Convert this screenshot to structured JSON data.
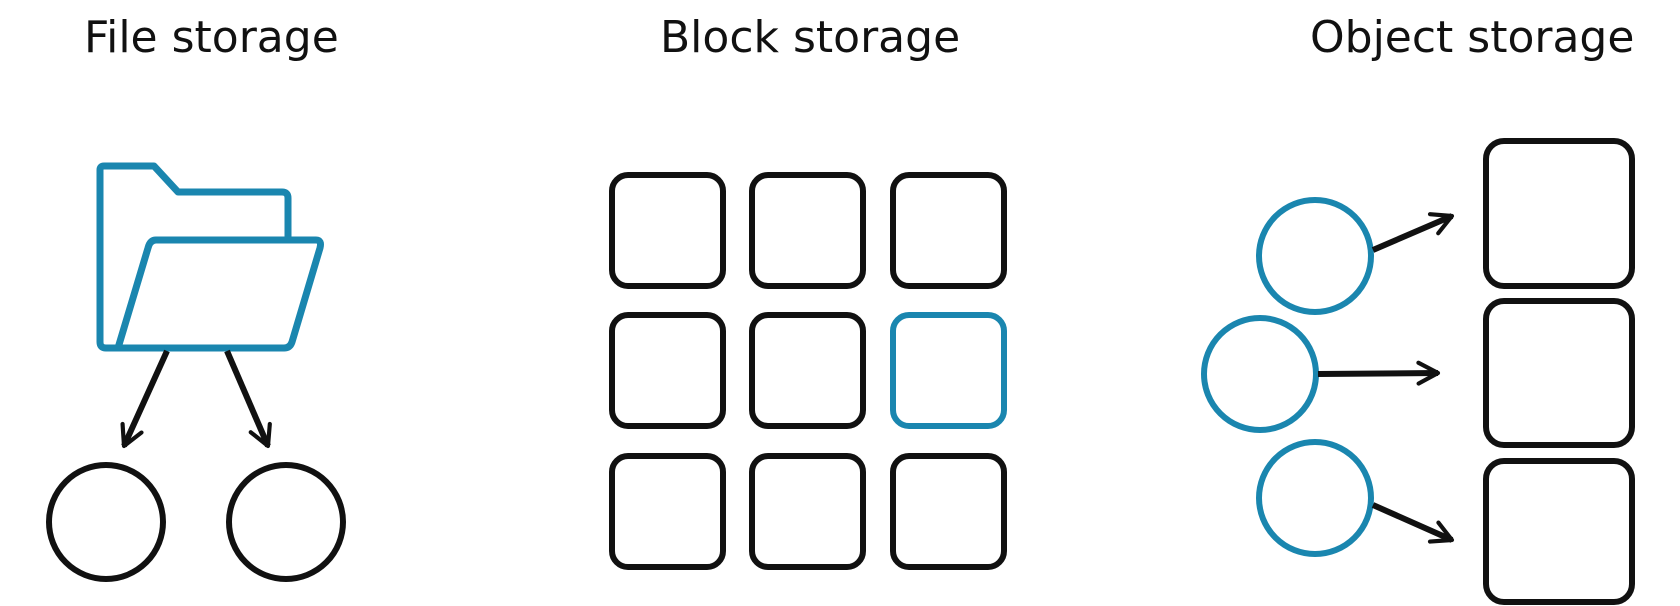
{
  "titles": {
    "file": "File storage",
    "block": "Block storage",
    "object": "Object storage"
  },
  "icons": {
    "file": "folder-icon",
    "block": "block-grid",
    "object": "object-store"
  },
  "colors": {
    "accent": "#1A86AF",
    "stroke": "#111111",
    "background": "#FFFFFF"
  },
  "block_grid": {
    "rows": 3,
    "cols": 3,
    "highlighted": [
      1,
      2
    ]
  },
  "object_store": {
    "sources": 3,
    "objects": 3
  },
  "file_store": {
    "children": 2
  }
}
